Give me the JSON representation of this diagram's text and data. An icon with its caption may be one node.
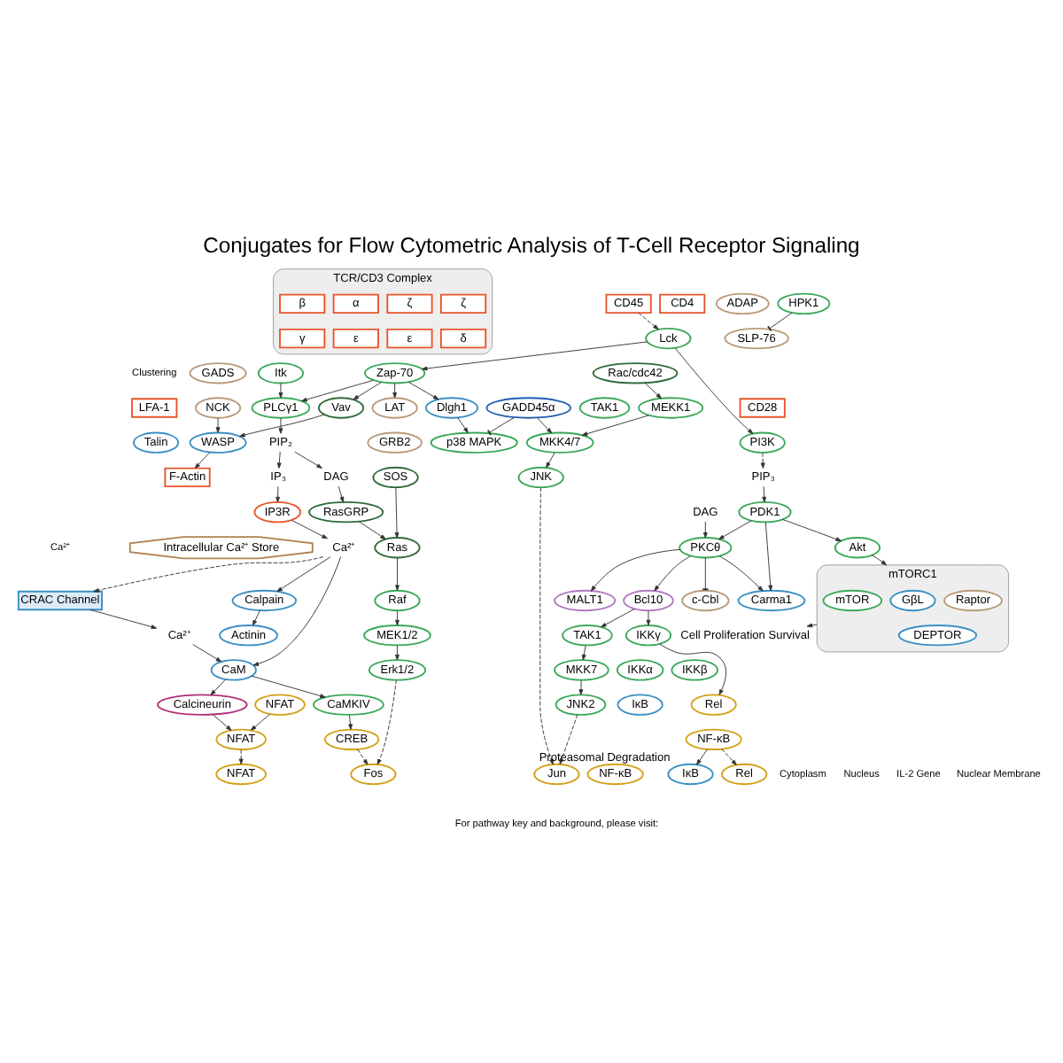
{
  "diagram": {
    "title": "Conjugates for Flow Cytometric Analysis of T-Cell Receptor Signaling",
    "nodes": [
      {
        "text": [
          "CRAC Channel"
        ]
      },
      {
        "text": [
          "LFA-1"
        ]
      },
      {
        "text": [
          "Actinin"
        ]
      },
      {
        "text": [
          "Talin"
        ]
      },
      {
        "text": [
          "F-Actin"
        ]
      },
      {
        "text": [
          "LAT"
        ]
      },
      {
        "text": [
          "GRB2"
        ]
      },
      {
        "text": [
          "SOS"
        ]
      },
      {
        "text": [
          "Itk"
        ]
      },
      {
        "text": [
          "PLCγ1"
        ]
      },
      {
        "text": [
          "ADAP"
        ]
      },
      {
        "text": [
          "SLP-76"
        ]
      },
      {
        "text": [
          "GADS"
        ]
      },
      {
        "text": [
          "NCK"
        ]
      },
      {
        "text": [
          "Vav"
        ]
      },
      {
        "text": [
          "HPK1"
        ]
      },
      {
        "text": [
          "Zap-70"
        ]
      },
      {
        "text": [
          "TCR/CD3 Complex"
        ]
      },
      {
        "text": [
          "ζ"
        ],
        "in": 17
      },
      {
        "text": [
          "ζ"
        ],
        "in": 17
      },
      {
        "text": [
          "α"
        ],
        "in": 17
      },
      {
        "text": [
          "β"
        ],
        "in": 17
      },
      {
        "text": [
          "δ"
        ],
        "in": 17
      },
      {
        "text": [
          "ε"
        ],
        "in": 17
      },
      {
        "text": [
          "ε"
        ],
        "in": 17
      },
      {
        "text": [
          "γ"
        ],
        "in": 17
      },
      {
        "text": [
          "CD4"
        ]
      },
      {
        "text": [
          "CD45"
        ]
      },
      {
        "text": [
          "CD28"
        ]
      },
      {
        "text": [
          "Lck"
        ]
      },
      {
        "text": [
          "PI3K"
        ]
      },
      {
        "text": [
          "CaM"
        ]
      },
      {
        "text": [
          "Calpain"
        ]
      },
      {
        "text": [
          "WASP"
        ]
      },
      {
        "text": [
          "Rac/cdc42"
        ]
      },
      {
        "text": [
          "Dlgh1"
        ]
      },
      {
        "text": [
          "PDK1"
        ]
      },
      {
        "text": [
          "PKCθ"
        ]
      },
      {
        "text": [
          "Akt"
        ]
      },
      {
        "text": [
          "Calcineurin"
        ]
      },
      {
        "text": [
          "CaMKIV"
        ]
      },
      {
        "text": [
          "CREB"
        ]
      },
      {
        "text": [
          "IP3R"
        ]
      },
      {
        "text": [
          "Intracellular Ca²⁺ Store"
        ]
      },
      {
        "text": [
          "RasGRP"
        ]
      },
      {
        "text": [
          "Ras"
        ]
      },
      {
        "text": [
          "Raf"
        ]
      },
      {
        "text": [
          "MEK1/2"
        ]
      },
      {
        "text": [
          "Erk1/2"
        ]
      },
      {
        "text": [
          "TAK1"
        ]
      },
      {
        "text": [
          "MEKK1"
        ]
      },
      {
        "text": [
          "GADD45α"
        ]
      },
      {
        "text": [
          "MKK4/7"
        ]
      },
      {
        "text": [
          "JNK"
        ]
      },
      {
        "text": [
          "p38 MAPK"
        ]
      },
      {
        "text": [
          "c-Cbl"
        ]
      },
      {
        "text": [
          "MALT1"
        ]
      },
      {
        "text": [
          "Bcl10"
        ]
      },
      {
        "text": [
          "Carma1"
        ]
      },
      {
        "text": [
          "TAK1"
        ]
      },
      {
        "text": [
          "MKK7"
        ]
      },
      {
        "text": [
          "JNK2"
        ]
      },
      {
        "text": [
          "IKKγ"
        ]
      },
      {
        "text": [
          "IKKβ"
        ]
      },
      {
        "text": [
          "IKKα"
        ]
      },
      {
        "text": [
          "Rel"
        ]
      },
      {
        "text": [
          "NF-κB"
        ]
      },
      {
        "text": [
          "IκB"
        ]
      },
      {
        "text": [
          "mTORC1"
        ]
      },
      {
        "text": [
          "GβL"
        ],
        "in": 68
      },
      {
        "text": [
          "Raptor"
        ],
        "in": 68
      },
      {
        "text": [
          "mTOR"
        ],
        "in": 68
      },
      {
        "text": [
          "DEPTOR"
        ],
        "in": 68
      },
      {
        "text": [
          "NFAT"
        ]
      },
      {
        "text": [
          "NFAT"
        ]
      },
      {
        "text": [
          "IκB"
        ],
        "beside": [
          "Proteasomal Degradation"
        ]
      },
      {
        "text": [
          "NFAT"
        ]
      },
      {
        "text": [
          "Fos"
        ]
      },
      {
        "text": [
          "Jun"
        ]
      },
      {
        "text": [
          "NF-κB"
        ]
      },
      {
        "text": [
          "Rel"
        ]
      },
      {
        "text": [
          "Ca²⁺"
        ]
      },
      {
        "text": [
          "Ca²⁺"
        ]
      },
      {
        "text": [
          "IP₃"
        ]
      },
      {
        "text": [
          "PIP₂"
        ]
      },
      {
        "text": [
          "DAG"
        ]
      },
      {
        "text": [
          "DAG"
        ]
      },
      {
        "text": [
          "PIP₃"
        ]
      },
      {
        "text": [
          "Cell Proliferation Survival"
        ]
      }
    ],
    "edges": [
      {
        "from": 0,
        "to": 81,
        "arrow": "to"
      },
      {
        "from": 81,
        "to": 31,
        "arrow": "to"
      },
      {
        "from": 31,
        "to": 39,
        "arrow": "to"
      },
      {
        "from": 31,
        "to": 40,
        "arrow": "to"
      },
      {
        "from": 40,
        "to": 41,
        "arrow": "to"
      },
      {
        "from": 39,
        "to": 74,
        "arrow": "to"
      },
      {
        "from": 73,
        "to": 74,
        "arrow": "to"
      },
      {
        "from": 82,
        "to": 31,
        "arrow": "to"
      },
      {
        "from": 82,
        "to": 0,
        "arrow": "to",
        "style": "dashed"
      },
      {
        "from": 82,
        "to": 32,
        "arrow": "to"
      },
      {
        "from": 42,
        "to": 82,
        "arrow": "to"
      },
      {
        "from": 32,
        "to": 2,
        "arrow": "to"
      },
      {
        "from": 33,
        "to": 4,
        "arrow": "to"
      },
      {
        "from": 84,
        "to": 83,
        "arrow": "to"
      },
      {
        "from": 83,
        "to": 42,
        "arrow": "to"
      },
      {
        "from": 84,
        "to": 85,
        "arrow": "to"
      },
      {
        "from": 85,
        "to": 44,
        "arrow": "to"
      },
      {
        "from": 44,
        "to": 45,
        "arrow": "to"
      },
      {
        "from": 7,
        "to": 45,
        "arrow": "to"
      },
      {
        "from": 45,
        "to": 46,
        "arrow": "to"
      },
      {
        "from": 46,
        "to": 47,
        "arrow": "to"
      },
      {
        "from": 47,
        "to": 48,
        "arrow": "to"
      },
      {
        "from": 9,
        "to": 84,
        "arrow": "to"
      },
      {
        "from": 16,
        "to": 5,
        "arrow": "to"
      },
      {
        "from": 8,
        "to": 9,
        "arrow": "to"
      },
      {
        "from": 16,
        "to": 9,
        "arrow": "to"
      },
      {
        "from": 16,
        "to": 14,
        "arrow": "to"
      },
      {
        "from": 16,
        "to": 35,
        "arrow": "to"
      },
      {
        "from": 29,
        "to": 16,
        "arrow": "to"
      },
      {
        "from": 27,
        "to": 29,
        "arrow": "to",
        "style": "dashed"
      },
      {
        "from": 29,
        "to": 30,
        "arrow": "to"
      },
      {
        "from": 30,
        "to": 87,
        "arrow": "to",
        "style": "dashed"
      },
      {
        "from": 87,
        "to": 36,
        "arrow": "to"
      },
      {
        "from": 86,
        "to": 37,
        "arrow": "to"
      },
      {
        "from": 36,
        "to": 37,
        "arrow": "to"
      },
      {
        "from": 36,
        "to": 58,
        "arrow": "to"
      },
      {
        "from": 36,
        "to": 38,
        "arrow": "to"
      },
      {
        "from": 38,
        "to": 68,
        "arrow": "to"
      },
      {
        "from": 68,
        "to": 88,
        "arrow": "to"
      },
      {
        "from": 13,
        "to": 33,
        "arrow": "to"
      },
      {
        "from": 14,
        "to": 33,
        "arrow": "to"
      },
      {
        "from": 34,
        "to": 50,
        "arrow": "to"
      },
      {
        "from": 50,
        "to": 52,
        "arrow": "to"
      },
      {
        "from": 51,
        "to": 52,
        "arrow": "to"
      },
      {
        "from": 52,
        "to": 53,
        "arrow": "to"
      },
      {
        "from": 51,
        "to": 54,
        "arrow": "other"
      },
      {
        "from": 35,
        "to": 54,
        "arrow": "to"
      },
      {
        "from": 37,
        "to": 55,
        "arrow": "other"
      },
      {
        "from": 37,
        "to": 56,
        "arrow": "to"
      },
      {
        "from": 37,
        "to": 57,
        "arrow": "to"
      },
      {
        "from": 37,
        "to": 58,
        "arrow": "to"
      },
      {
        "from": 57,
        "to": 59,
        "arrow": "to"
      },
      {
        "from": 57,
        "to": 62,
        "arrow": "to"
      },
      {
        "from": 59,
        "to": 60,
        "arrow": "to"
      },
      {
        "from": 60,
        "to": 61,
        "arrow": "to"
      },
      {
        "from": 62,
        "to": 65,
        "arrow": "to"
      },
      {
        "from": 66,
        "to": 75,
        "arrow": "to"
      },
      {
        "from": 15,
        "to": 11,
        "arrow": "other"
      },
      {
        "from": 74,
        "to": 76,
        "arrow": "to",
        "style": "dashed"
      },
      {
        "from": 41,
        "to": 77,
        "arrow": "to",
        "style": "dashed"
      },
      {
        "from": 48,
        "to": 77,
        "arrow": "to",
        "style": "dashed"
      },
      {
        "from": 53,
        "to": 78,
        "arrow": "to",
        "style": "dashed"
      },
      {
        "from": 61,
        "to": 78,
        "arrow": "to",
        "style": "dashed"
      },
      {
        "from": 66,
        "to": 80,
        "arrow": "to",
        "style": "dashed"
      }
    ],
    "labels": [
      "Ca²⁺",
      "Clustering",
      "Cytoplasm",
      "Nucleus",
      "IL-2 Gene",
      "Nuclear Membrane",
      "For pathway key and background, please visit:"
    ]
  }
}
